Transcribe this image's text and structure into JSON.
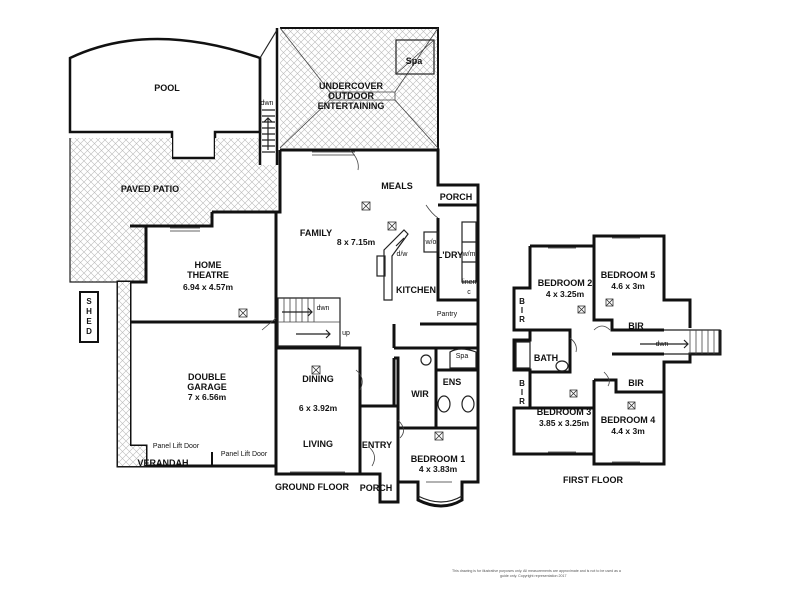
{
  "ground_floor": {
    "title": "GROUND FLOOR",
    "rooms": {
      "pool": "POOL",
      "paved_patio": "PAVED PATIO",
      "undercover_line1": "UNDERCOVER",
      "undercover_line2": "OUTDOOR",
      "undercover_line3": "ENTERTAINING",
      "spa": "Spa",
      "meals": "MEALS",
      "porch_rear": "PORCH",
      "family": "FAMILY",
      "family_dim": "8 x 7.15m",
      "laundry": "L'DRY",
      "kitchen": "KITCHEN",
      "pantry": "Pantry",
      "home_theatre_line1": "HOME",
      "home_theatre_line2": "THEATRE",
      "home_theatre_dim": "6.94 x 4.57m",
      "shed": "SHED",
      "double_garage_line1": "DOUBLE",
      "double_garage_line2": "GARAGE",
      "double_garage_dim": "7 x 6.56m",
      "dining": "DINING",
      "dining_dim": "6 x 3.92m",
      "living": "LIVING",
      "wir": "WIR",
      "ens": "ENS",
      "spa_bath": "Spa",
      "entry": "ENTRY",
      "porch_front": "PORCH",
      "bedroom1": "BEDROOM 1",
      "bedroom1_dim": "4 x 3.83m",
      "verandah": "VERANDAH"
    },
    "annotations": {
      "dwn_pool": "dwn",
      "dwn_stairs": "dwn",
      "up_stairs": "up",
      "panel_lift_door_1": "Panel Lift Door",
      "panel_lift_door_2": "Panel Lift Door",
      "dw": "d/w",
      "wo": "w/o",
      "wm": "w/m",
      "linen": "linen",
      "c": "c"
    }
  },
  "first_floor": {
    "title": "FIRST FLOOR",
    "rooms": {
      "bedroom2": "BEDROOM 2",
      "bedroom2_dim": "4 x 3.25m",
      "bedroom5": "BEDROOM 5",
      "bedroom5_dim": "4.6 x 3m",
      "bir_left_top": "BIR",
      "bir_right_top": "BIR",
      "bath": "BATH",
      "bir_left_bottom": "BIR",
      "bir_right_bottom": "BIR",
      "bedroom3": "BEDROOM 3",
      "bedroom3_dim": "3.85 x 3.25m",
      "bedroom4": "BEDROOM 4",
      "bedroom4_dim": "4.4 x 3m"
    },
    "annotations": {
      "dwn": "dwn"
    }
  },
  "disclaimer": {
    "line1": "This drawing is for illustrative purposes only. All measurements are approximate and is not to be used as a",
    "line2": "guide only. Copyright representation 2017"
  }
}
